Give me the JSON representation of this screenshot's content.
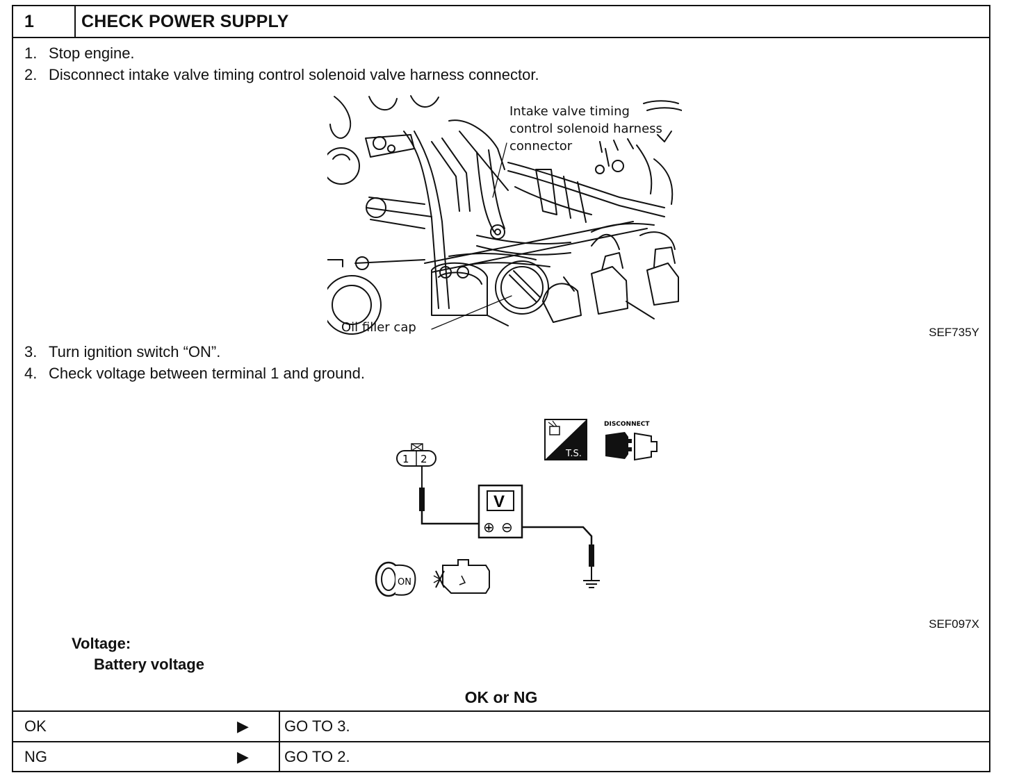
{
  "header": {
    "step_number": "1",
    "title": "CHECK POWER SUPPLY"
  },
  "steps": [
    {
      "num": "1.",
      "text": "Stop engine."
    },
    {
      "num": "2.",
      "text": "Disconnect intake valve timing control solenoid valve harness connector."
    },
    {
      "num": "3.",
      "text": "Turn ignition switch “ON”."
    },
    {
      "num": "4.",
      "text": "Check voltage between terminal 1 and ground."
    }
  ],
  "figure1": {
    "callout_line1": "Intake valve timing",
    "callout_line2": "control solenoid harness",
    "callout_line3": "connector",
    "callout_oil": "Oil filler cap",
    "code": "SEF735Y"
  },
  "figure2": {
    "meter_label": "V",
    "plus": "⊕",
    "minus": "⊖",
    "connector_pin1": "1",
    "connector_pin2": "2",
    "ts_label": "T.S.",
    "disconnect_label": "DISCONNECT",
    "ignition_label": "ON",
    "code": "SEF097X"
  },
  "spec": {
    "label": "Voltage:",
    "value": "Battery voltage"
  },
  "decision": {
    "title": "OK or NG",
    "rows": [
      {
        "key": "OK",
        "arrow": "▶",
        "action": "GO TO 3."
      },
      {
        "key": "NG",
        "arrow": "▶",
        "action": "GO TO 2."
      }
    ]
  }
}
